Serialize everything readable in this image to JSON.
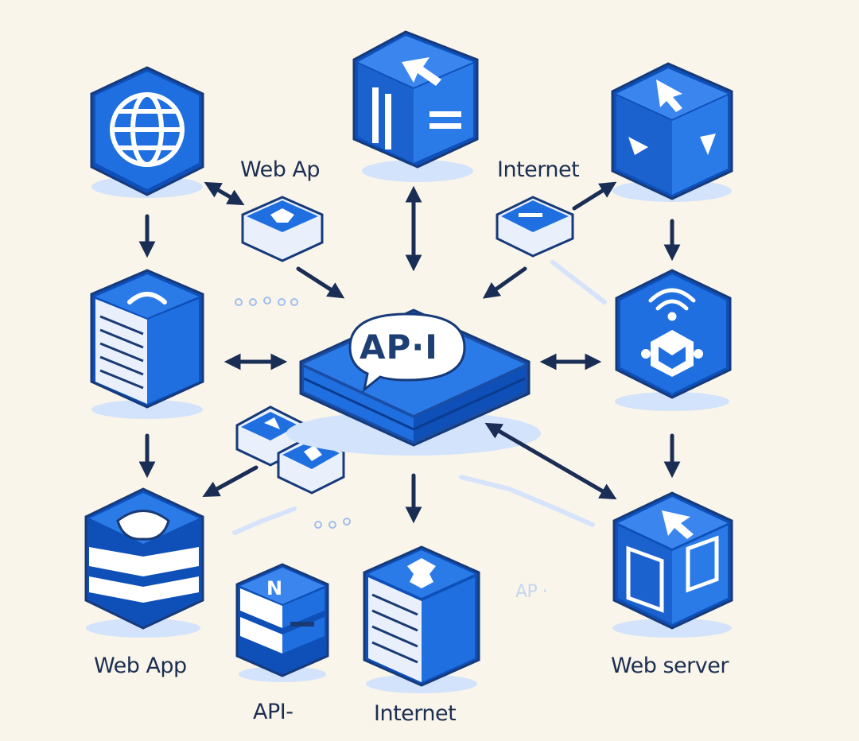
{
  "center": {
    "label": "AP·I"
  },
  "labels": {
    "web_ap_top": "Web Ap",
    "internet_top": "Internet",
    "web_app_bottom": "Web App",
    "api_bottom": "API-",
    "internet_bottom": "Internet",
    "web_server_bottom": "Web server",
    "api_faint": "AP ·"
  },
  "colors": {
    "background": "#faf5ea",
    "primary_blue": "#1f6fe0",
    "dark_blue": "#0e4fb8",
    "arrow_navy": "#1a2e55",
    "glow": "#cfe0fb"
  }
}
